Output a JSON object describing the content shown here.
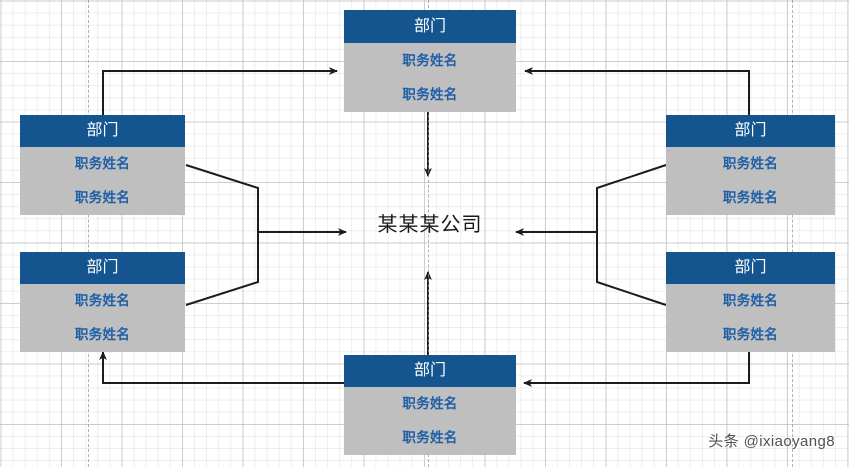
{
  "diagram": {
    "type": "cyclic-organization-chart",
    "center": {
      "label": "某某某公司"
    },
    "colors": {
      "header_blue": "#15558f",
      "body_gray": "#bfbfbf",
      "text_blue": "#1f5fa8",
      "connector": "#1c1c1c",
      "grid": "#c8c8c8"
    },
    "departments": [
      {
        "id": "top",
        "title": "部门",
        "roles": [
          "职务姓名",
          "职务姓名"
        ]
      },
      {
        "id": "left-upper",
        "title": "部门",
        "roles": [
          "职务姓名",
          "职务姓名"
        ]
      },
      {
        "id": "left-lower",
        "title": "部门",
        "roles": [
          "职务姓名",
          "职务姓名"
        ]
      },
      {
        "id": "right-upper",
        "title": "部门",
        "roles": [
          "职务姓名",
          "职务姓名"
        ]
      },
      {
        "id": "right-lower",
        "title": "部门",
        "roles": [
          "职务姓名",
          "职务姓名"
        ]
      },
      {
        "id": "bottom",
        "title": "部门",
        "roles": [
          "职务姓名",
          "职务姓名"
        ]
      }
    ],
    "connections": [
      {
        "from": "left-upper",
        "to": "top",
        "style": "elbow-arrow"
      },
      {
        "from": "right-upper",
        "to": "top",
        "style": "elbow-arrow"
      },
      {
        "from": "top",
        "to": "center",
        "style": "straight-arrow-down"
      },
      {
        "from": "left-upper+left-lower",
        "to": "center",
        "style": "merge-bracket-arrow-right"
      },
      {
        "from": "right-upper+right-lower",
        "to": "center",
        "style": "merge-bracket-arrow-left"
      },
      {
        "from": "bottom",
        "to": "center",
        "style": "straight-arrow-up"
      },
      {
        "from": "bottom",
        "to": "left-lower",
        "style": "elbow-arrow"
      },
      {
        "from": "right-lower",
        "to": "bottom",
        "style": "elbow-arrow"
      }
    ]
  },
  "watermark": {
    "text": "头条 @ixiaoyang8"
  }
}
